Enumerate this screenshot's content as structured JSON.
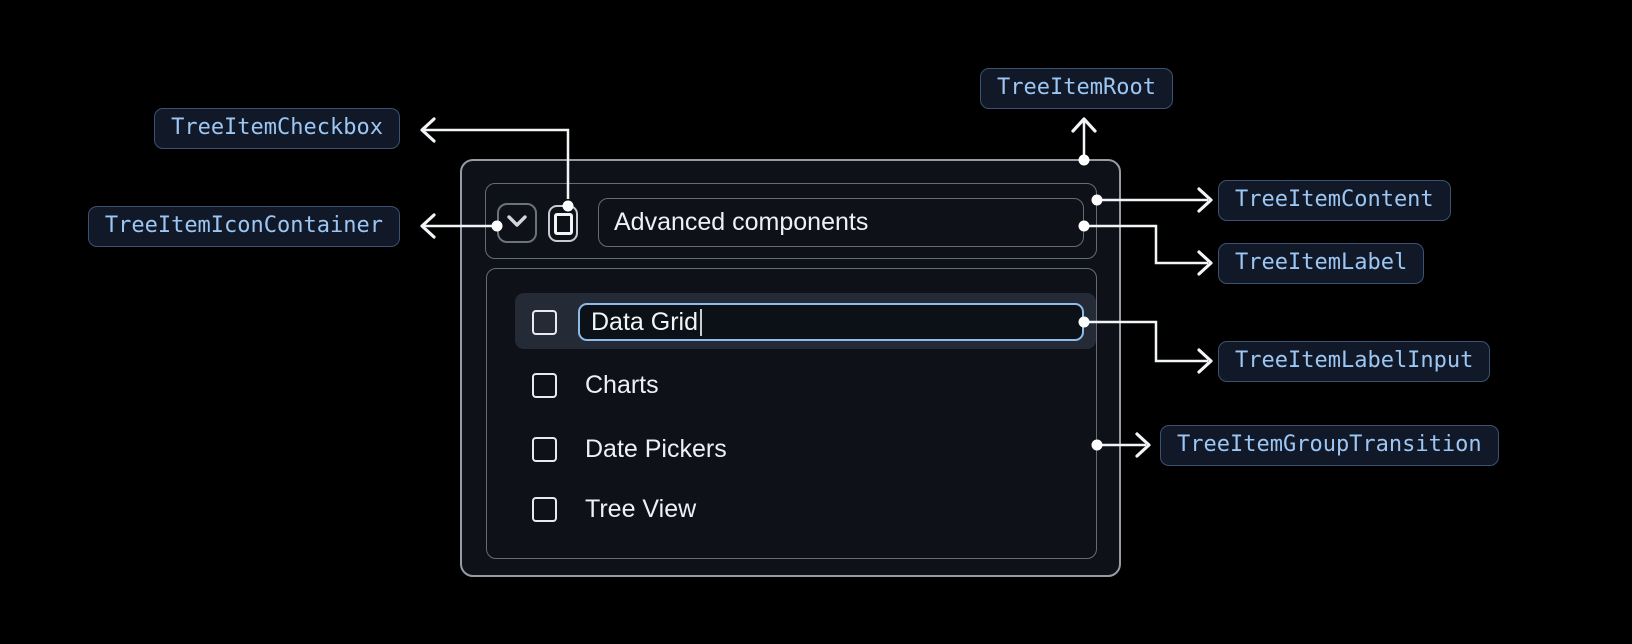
{
  "annotations": {
    "tree_item_checkbox": "TreeItemCheckbox",
    "tree_item_icon_container": "TreeItemIconContainer",
    "tree_item_root": "TreeItemRoot",
    "tree_item_content": "TreeItemContent",
    "tree_item_label": "TreeItemLabel",
    "tree_item_label_input": "TreeItemLabelInput",
    "tree_item_group_transition": "TreeItemGroupTransition"
  },
  "tree": {
    "parent": {
      "label": "Advanced components",
      "expanded": true,
      "checked": false
    },
    "editing_item": {
      "value": "Data Grid",
      "checked": false
    },
    "items": [
      {
        "label": "Charts",
        "checked": false
      },
      {
        "label": "Date Pickers",
        "checked": false
      },
      {
        "label": "Tree View",
        "checked": false
      }
    ]
  },
  "colors": {
    "accent_blue_border": "#8fbbe9",
    "badge_text": "#9cc6f3",
    "badge_border": "#3b5270",
    "badge_background": "#111827",
    "panel_background": "#0e1117",
    "highlight_row": "#242b37",
    "connector": "#f2f5f8"
  }
}
